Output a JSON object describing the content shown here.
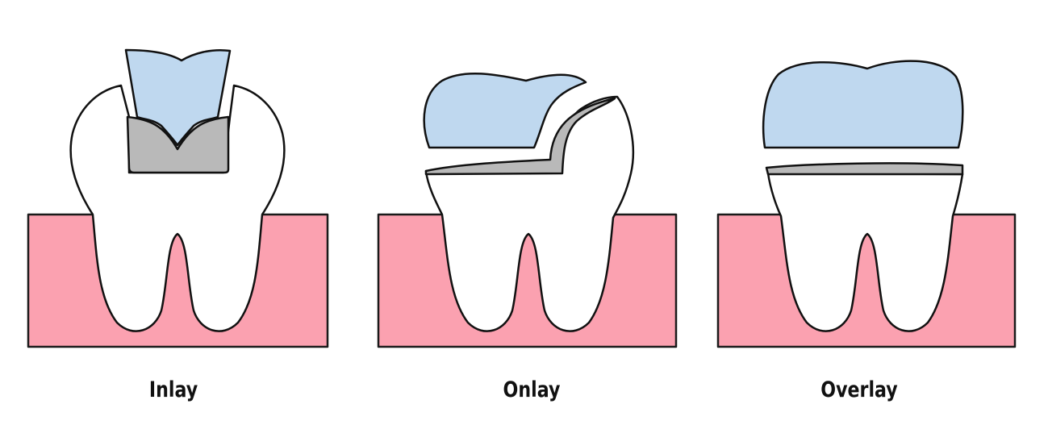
{
  "labels": {
    "inlay": "Inlay",
    "onlay": "Onlay",
    "overlay": "Overlay"
  },
  "colors": {
    "gum": "#fba1b0",
    "tooth": "#ffffff",
    "restoration": "#bfd8ef",
    "cement": "#b9b9b9",
    "outline": "#111111"
  },
  "icons": [
    "tooth-icon",
    "gum-icon"
  ]
}
